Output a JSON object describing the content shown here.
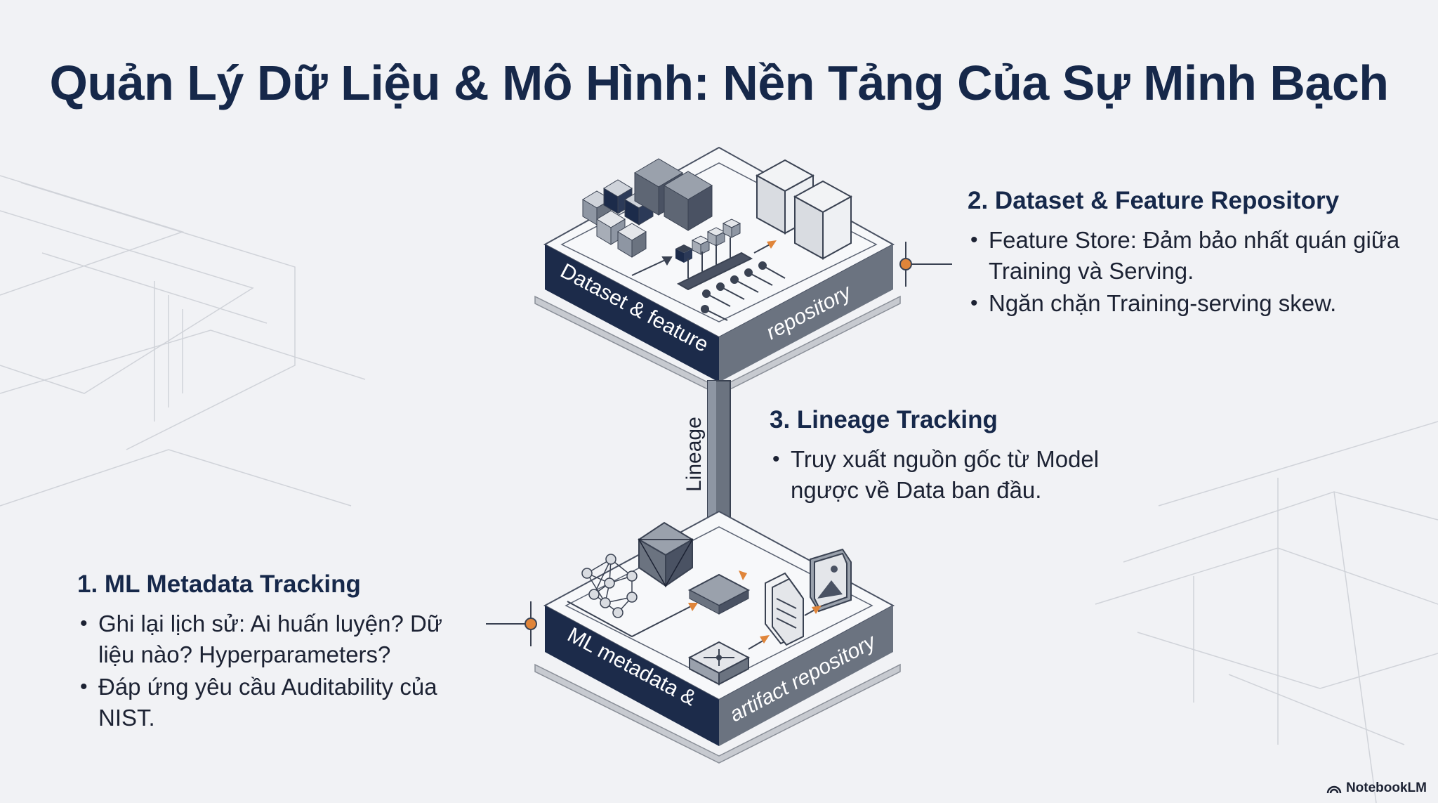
{
  "title": "Quản Lý Dữ Liệu & Mô Hình: Nền Tảng Của Sự Minh Bạch",
  "diagram": {
    "top_platform_label_left": "Dataset & feature",
    "top_platform_label_right": "repository",
    "pillar_label": "Lineage",
    "bottom_platform_label_left": "ML metadata &",
    "bottom_platform_label_right": "artifact repository"
  },
  "sections": [
    {
      "heading": "2. Dataset & Feature Repository",
      "bullets": [
        "Feature Store: Đảm bảo nhất quán giữa Training và Serving.",
        "Ngăn chặn Training-serving skew."
      ]
    },
    {
      "heading": "3. Lineage Tracking",
      "bullets": [
        "Truy xuất nguồn gốc từ Model ngược về Data ban đầu."
      ]
    },
    {
      "heading": "1. ML Metadata Tracking",
      "bullets": [
        "Ghi lại lịch sử: Ai huấn luyện? Dữ liệu nào? Hyperparameters?",
        "Đáp ứng yêu cầu Auditability của NIST."
      ]
    }
  ],
  "brand": "NotebookLM",
  "colors": {
    "navy": "#16284a",
    "slate": "#6b7380",
    "accent_orange": "#e0853a",
    "background": "#f1f2f5"
  }
}
